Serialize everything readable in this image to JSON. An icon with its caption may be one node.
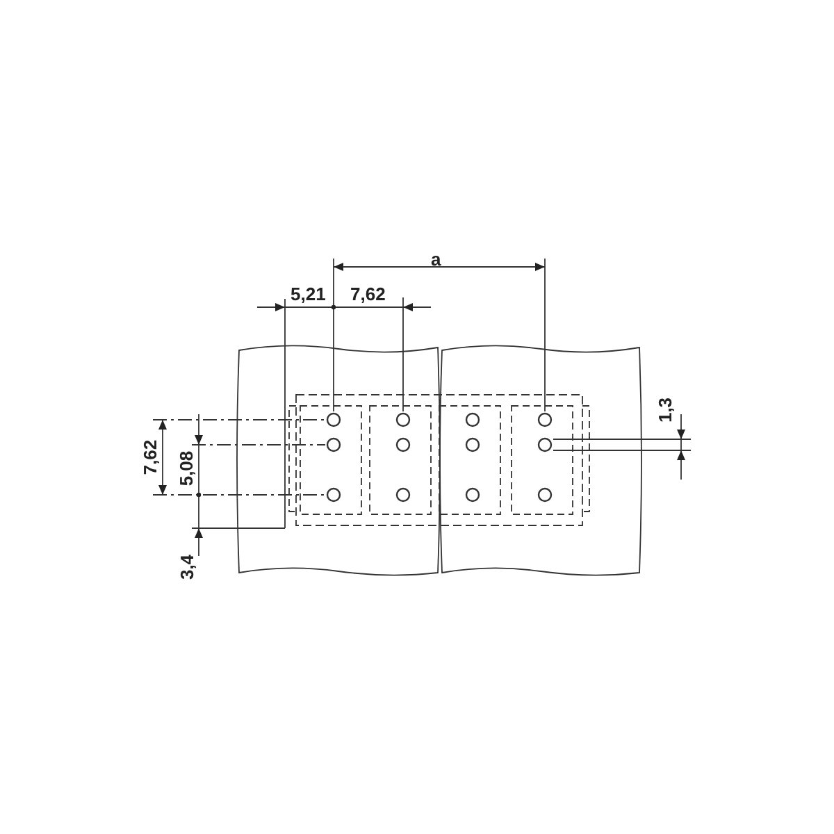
{
  "diagram": {
    "labels": [
      "a",
      "5,21",
      "7,62",
      "1,3",
      "7,62",
      "5,08",
      "3,4"
    ]
  }
}
